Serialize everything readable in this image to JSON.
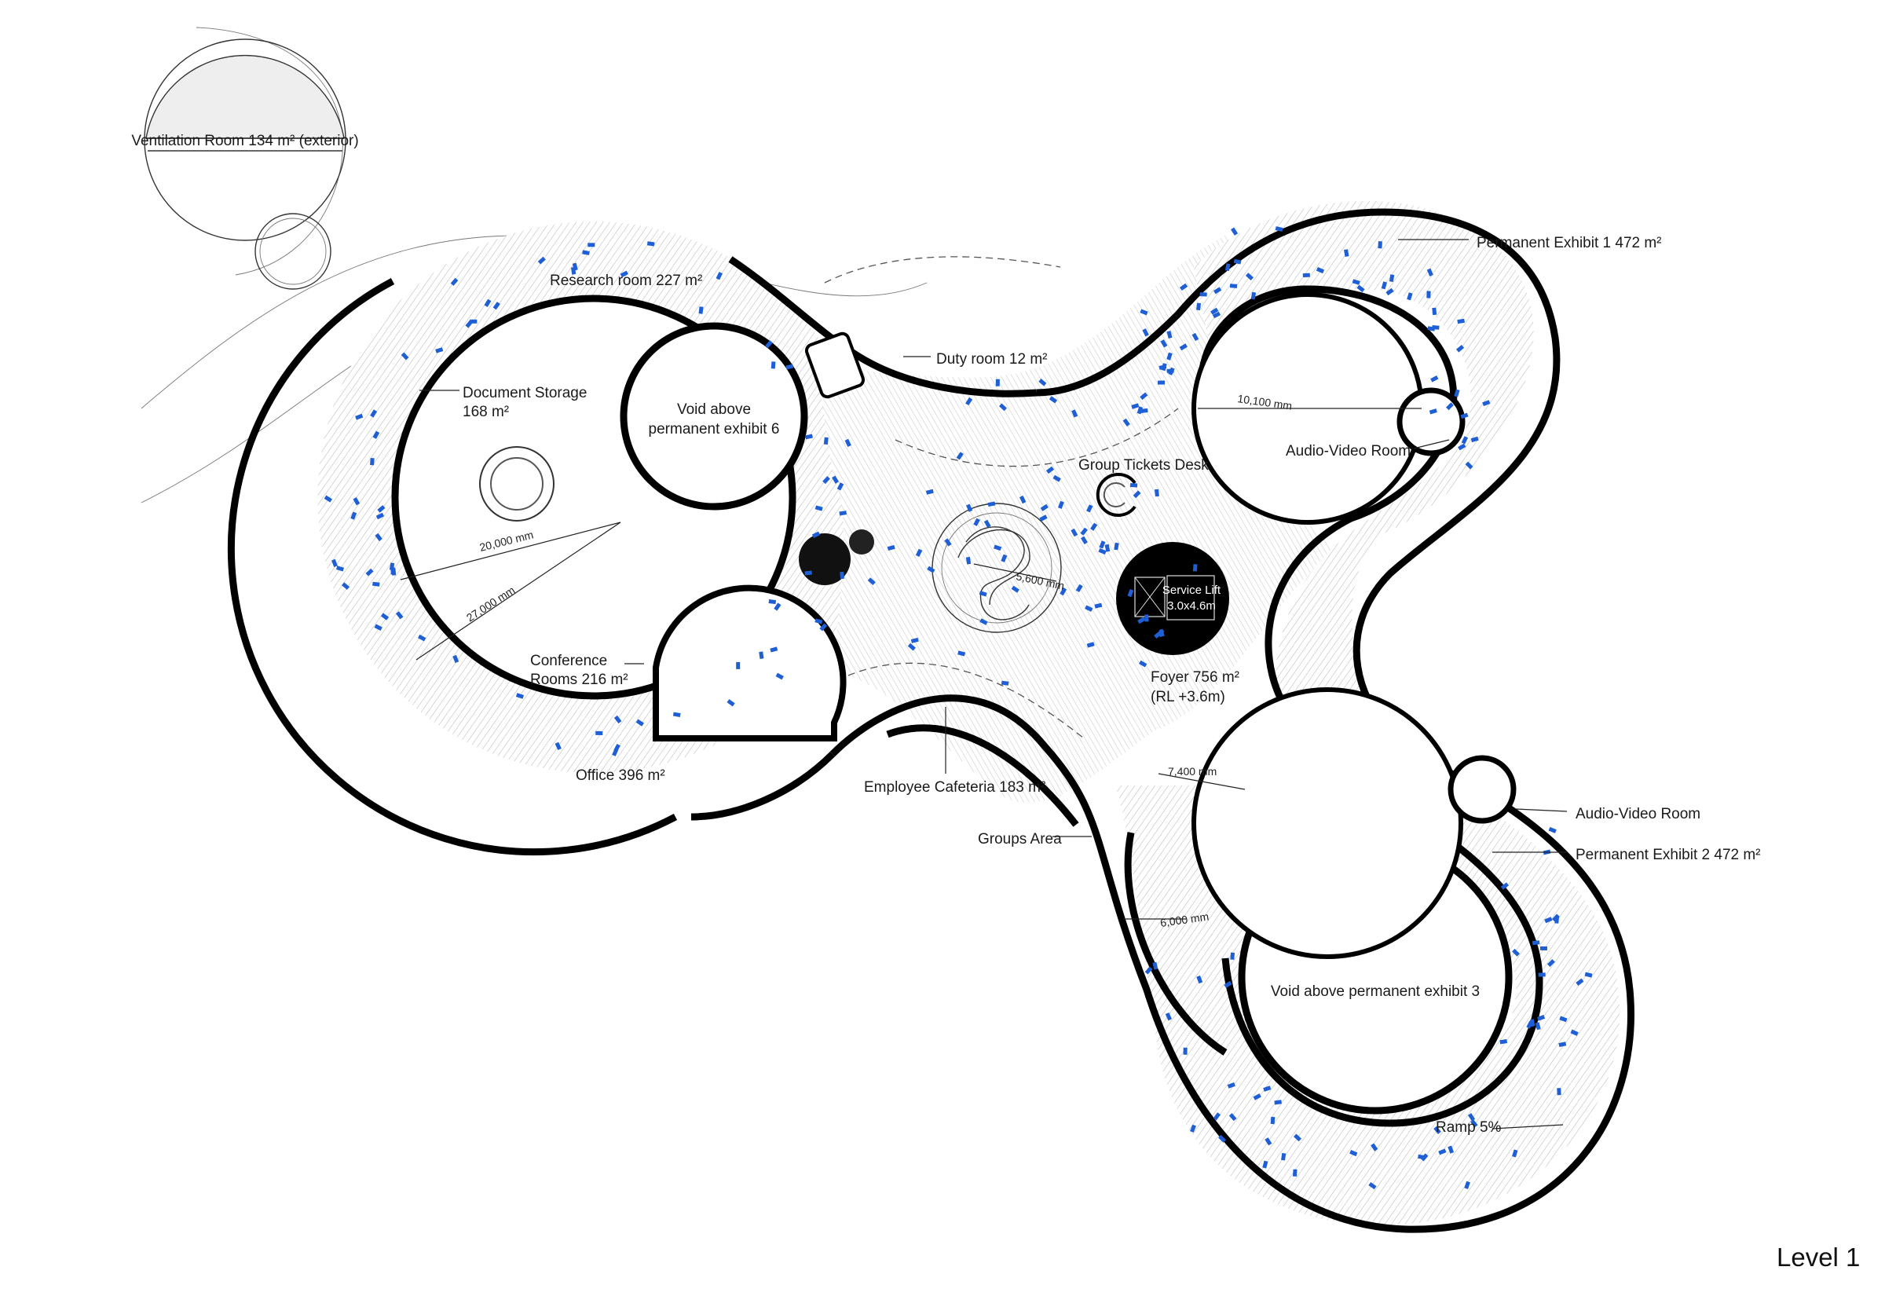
{
  "drawing": {
    "level_label": "Level 1",
    "colors": {
      "wall": "#000000",
      "accent_furniture": "#1f5fd6",
      "floor_hatch": "#9a9a9a",
      "background": "#ffffff"
    }
  },
  "rooms": {
    "ventilation": "Ventilation Room  134 m² (exterior)",
    "research": "Research room  227 m²",
    "document_storage_1": "Document Storage",
    "document_storage_2": "168 m²",
    "void6_1": "Void above",
    "void6_2": "permanent exhibit 6",
    "duty_room": "Duty room  12 m²",
    "group_tickets": "Group Tickets Desk",
    "exhibit1": "Permanent Exhibit 1  472 m²",
    "av_room_1": "Audio-Video Room",
    "av_room_2": "Audio-Video Room",
    "exhibit2": "Permanent Exhibit 2  472 m²",
    "conference_1": "Conference",
    "conference_2": "Rooms  216 m²",
    "office": "Office  396 m²",
    "cafeteria": "Employee Cafeteria  183 m²",
    "groups_area": "Groups Area",
    "foyer_1": "Foyer  756 m²",
    "foyer_2": "(RL +3.6m)",
    "service_lift_1": "Service Lift",
    "service_lift_2": "3.0x4.6m",
    "void3": "Void above permanent exhibit 3",
    "ramp": "Ramp 5%"
  },
  "dimensions": {
    "d20000": "20,000 mm",
    "d27000": "27,000 mm",
    "d10100": "10,100 mm",
    "d5600": "5,600 mm",
    "d7400": "7,400 mm",
    "d6000": "6,000 mm"
  }
}
